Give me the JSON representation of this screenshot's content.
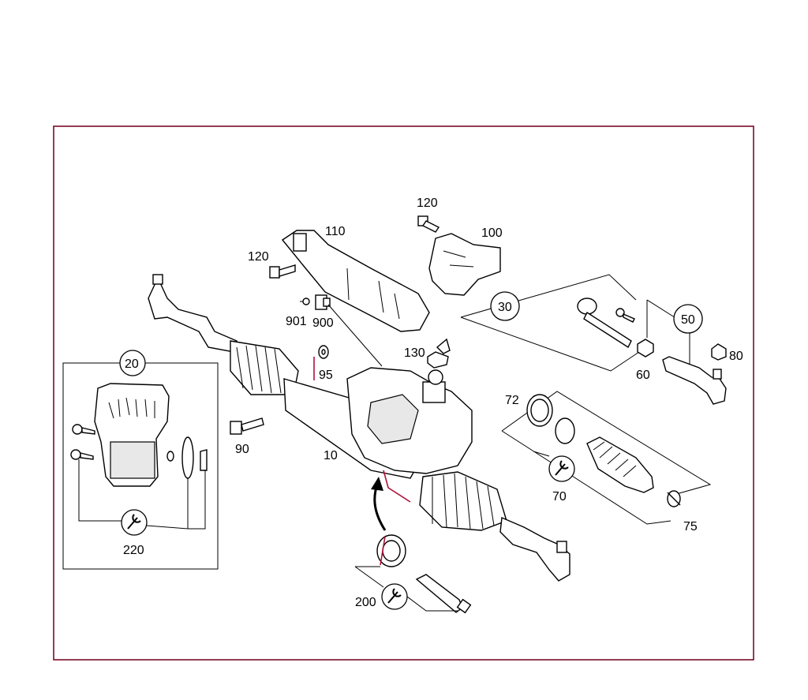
{
  "labels": {
    "p10": "10",
    "p20": "20",
    "p30": "30",
    "p50": "50",
    "p60": "60",
    "p70": "70",
    "p72": "72",
    "p75": "75",
    "p80": "80",
    "p90": "90",
    "p95": "95",
    "p100": "100",
    "p110": "110",
    "p120a": "120",
    "p120b": "120",
    "p130": "130",
    "p200": "200",
    "p220": "220",
    "p900": "900",
    "p901": "901"
  },
  "colors": {
    "frame": "#7a0c2a",
    "accent": "#b0123a",
    "line": "#000000"
  }
}
